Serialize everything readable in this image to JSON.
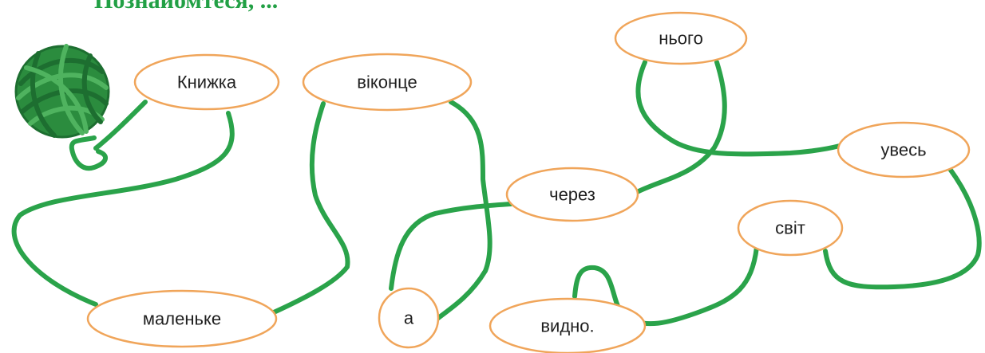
{
  "header": {
    "text": "Познайомтеся, ...",
    "color": "#22a045"
  },
  "colors": {
    "thread": "#2aa34a",
    "bubble_stroke": "#f0a55a",
    "yarn_dark": "#1d6e30",
    "yarn_mid": "#2b8c3e",
    "yarn_light": "#4fb35f"
  },
  "icons": {
    "yarn": "yarn-ball-icon"
  },
  "words": [
    {
      "id": "knyzhka",
      "text": "Книжка"
    },
    {
      "id": "vikontse",
      "text": "віконце"
    },
    {
      "id": "noho",
      "text": "нього"
    },
    {
      "id": "uves",
      "text": "увесь"
    },
    {
      "id": "cherez",
      "text": "через"
    },
    {
      "id": "svit",
      "text": "світ"
    },
    {
      "id": "malenke",
      "text": "маленьке"
    },
    {
      "id": "a",
      "text": "а"
    },
    {
      "id": "vydno",
      "text": "видно."
    }
  ]
}
